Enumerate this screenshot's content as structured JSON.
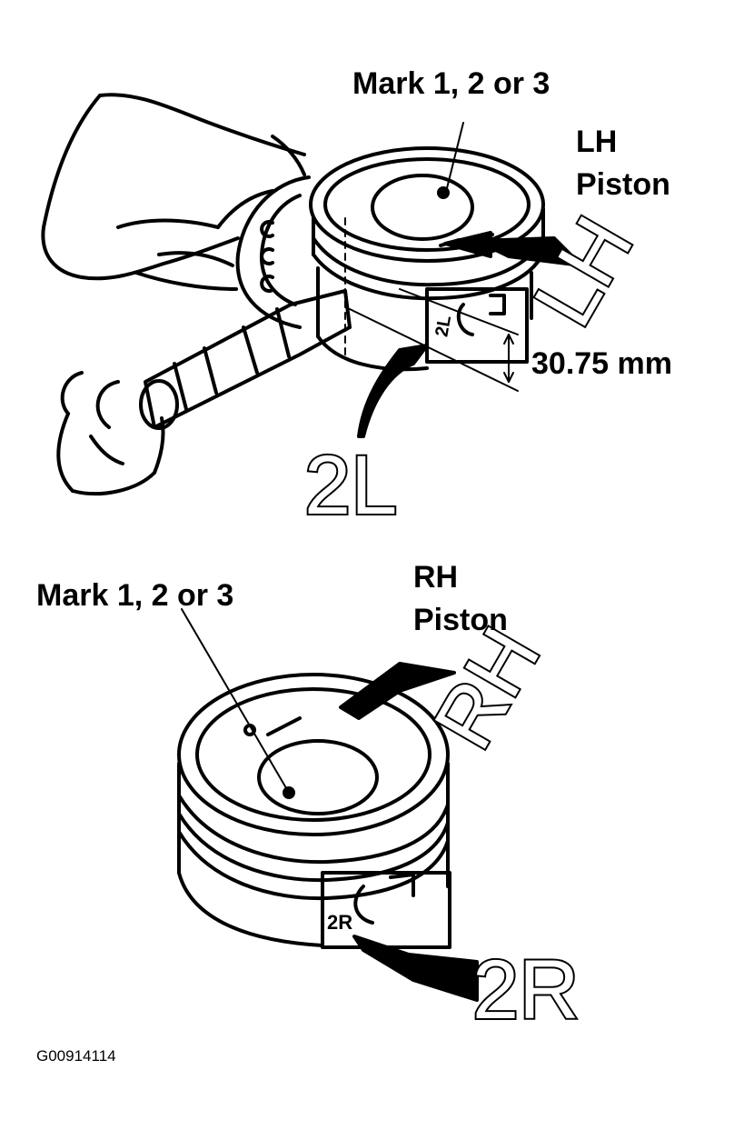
{
  "top": {
    "mark_label": "Mark 1, 2 or 3",
    "piston_label_line1": "LH",
    "piston_label_line2": "Piston",
    "dimension": "30.75 mm",
    "big_side_letters": "LH",
    "big_code": "2L",
    "stamp_code": "2L"
  },
  "bottom": {
    "mark_label": "Mark 1, 2 or 3",
    "piston_label_line1": "RH",
    "piston_label_line2": "Piston",
    "big_side_letters": "RH",
    "big_code": "2R",
    "stamp_code": "2R"
  },
  "figure_id": "G00914114"
}
